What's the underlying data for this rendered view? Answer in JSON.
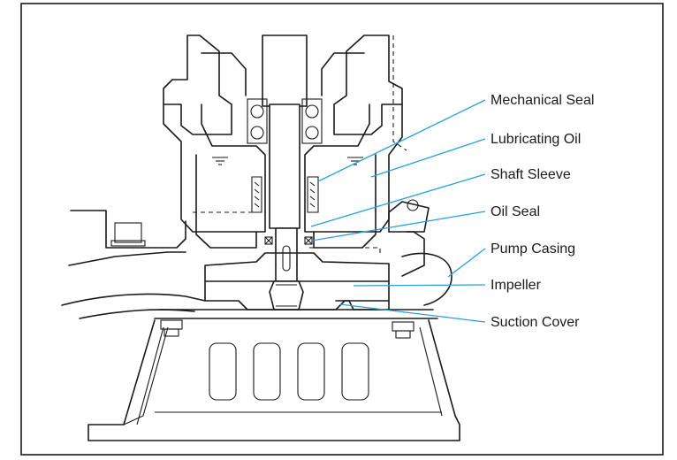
{
  "labels": {
    "mechanical_seal": "Mechanical Seal",
    "lubricating_oil": "Lubricating Oil",
    "shaft_sleeve": "Shaft Sleeve",
    "oil_seal": "Oil Seal",
    "pump_casing": "Pump Casing",
    "impeller": "Impeller",
    "suction_cover": "Suction Cover"
  },
  "colors": {
    "leader": "#2aa0d8",
    "line": "#1a1a1a",
    "background": "#ffffff"
  }
}
